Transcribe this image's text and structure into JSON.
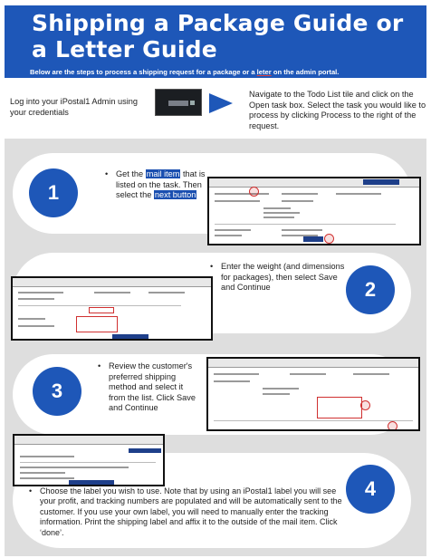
{
  "header": {
    "title": "Shipping a Package Guide or a  Letter Guide",
    "subtitle_pre": "Below are the steps to process a shipping request for a package or a ",
    "subtitle_underline": "leter",
    "subtitle_post": " on the admin portal."
  },
  "intro": {
    "left": "Log into your iPostal1 Admin using your credentials",
    "right": "Navigate to the Todo List tile and click on the Open task box. Select the task you would like to process by clicking Process to the right of the request."
  },
  "steps": [
    {
      "number": "1",
      "text_a": "Get the ",
      "hl_a": "mail item",
      "text_b": " that is listed on the task. Then select the ",
      "hl_b": "next button"
    },
    {
      "number": "2",
      "text": "Enter the weight (and dimensions for packages), then select Save and Continue"
    },
    {
      "number": "3",
      "text": "Review the customer's preferred shipping method and select it from the list. Click Save and Continue"
    },
    {
      "number": "4",
      "text": "Choose the label you wish to use. Note that by using an iPostal1 label you will see your profit, and tracking numbers are populated and will be automatically sent to the customer. If you use your own label, you will need to manually enter the tracking information.  Print the shipping label and affix it to the outside of the mail item. Click ‘done’."
    }
  ],
  "bullet": "•",
  "colors": {
    "brand_blue": "#1e57b8",
    "band_gray": "#dedede",
    "highlight_red": "#d03030"
  },
  "icons": {
    "arrow": "right-triangle-arrow"
  }
}
